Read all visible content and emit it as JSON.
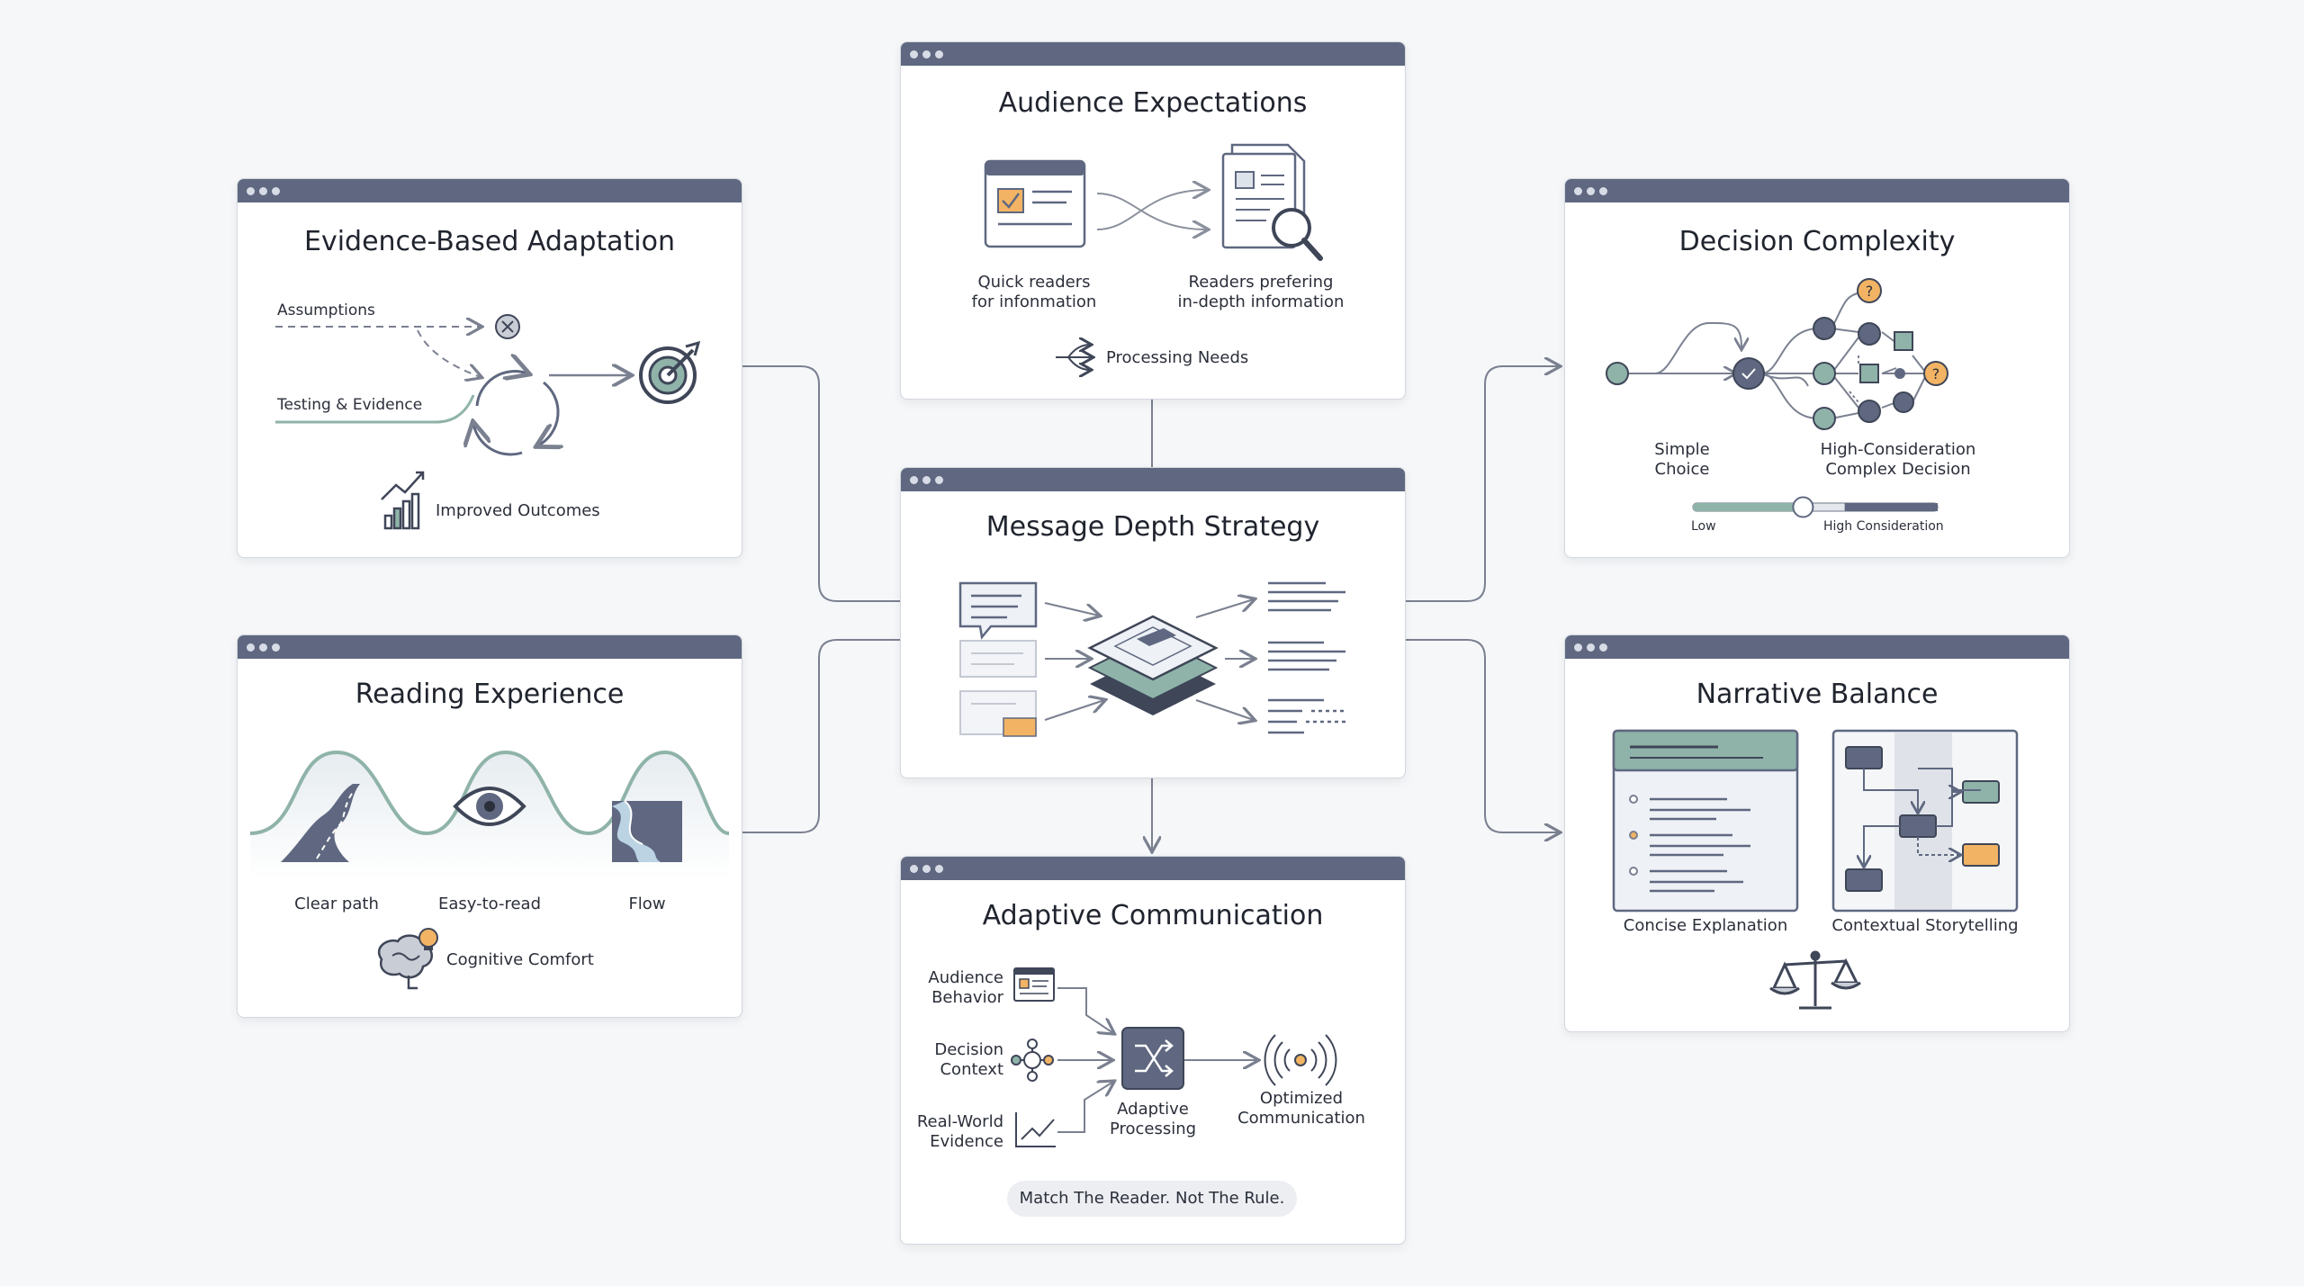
{
  "center": {
    "title": "Message Depth Strategy"
  },
  "audience": {
    "title": "Audience Expectations",
    "quick": "Quick readers\nfor infonmation",
    "depth": "Readers prefering\nin-depth information",
    "processing": "Processing Needs"
  },
  "evidence": {
    "title": "Evidence-Based Adaptation",
    "assumptions": "Assumptions",
    "testing": "Testing & Evidence",
    "outcomes": "Improved Outcomes"
  },
  "reading": {
    "title": "Reading Experience",
    "clear": "Clear path",
    "easy": "Easy-to-read",
    "flow": "Flow",
    "comfort": "Cognitive Comfort"
  },
  "decision": {
    "title": "Decision Complexity",
    "simple": "Simple\nChoice",
    "complex": "High-Consideration\nComplex Decision",
    "low": "Low",
    "high": "High Consideration",
    "slider_level": 0.45
  },
  "narrative": {
    "title": "Narrative Balance",
    "concise": "Concise Explanation",
    "contextual": "Contextual Storytelling"
  },
  "adaptive": {
    "title": "Adaptive Communication",
    "behavior": "Audience\nBehavior",
    "context": "Decision\nContext",
    "evidence": "Real-World\nEvidence",
    "processing": "Adaptive\nProcessing",
    "optimized": "Optimized\nCommunication",
    "tagline": "Match The Reader. Not The Rule."
  },
  "colors": {
    "titlebar": "#5f6880",
    "slate": "#5f6880",
    "teal": "#8fb3a9",
    "orange": "#f2b464",
    "line": "#6b7280"
  }
}
